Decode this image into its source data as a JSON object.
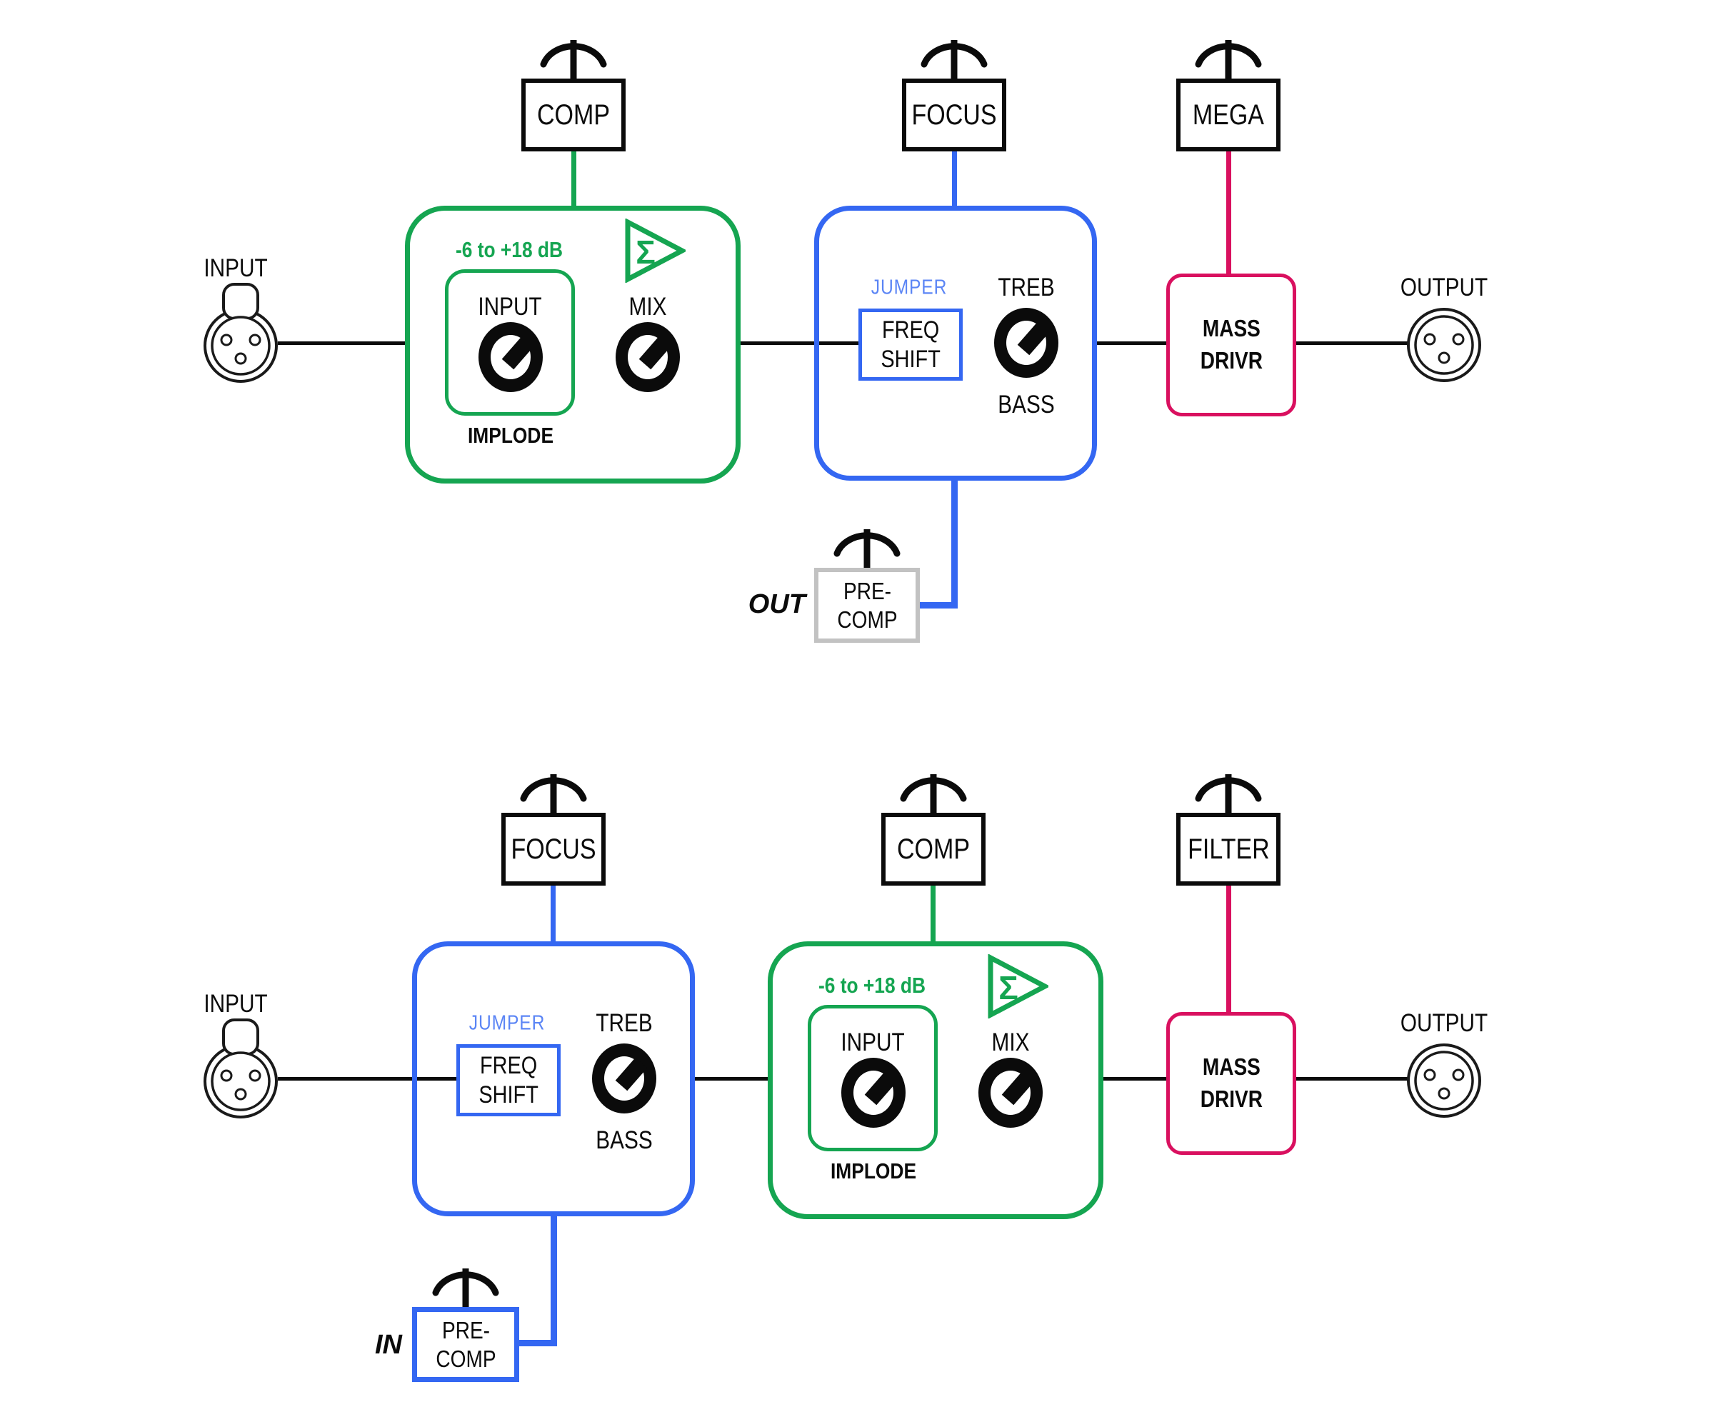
{
  "colors": {
    "green": "#15a551",
    "blue": "#3467f2",
    "blue_light": "#5b85f5",
    "pink": "#d9105f",
    "gray": "#c2c2c2",
    "ink": "#0b0b0b"
  },
  "top": {
    "input_label": "INPUT",
    "output_label": "OUTPUT",
    "connector_1": "COMP",
    "connector_2": "FOCUS",
    "connector_3": "MEGA",
    "implode": {
      "gain_range": "-6 to +18 dB",
      "sigma": "Σ",
      "knob1_label": "INPUT",
      "knob2_label": "MIX",
      "name": "IMPLODE"
    },
    "eq": {
      "jumper_label": "JUMPER",
      "freq_line1": "FREQ",
      "freq_line2": "SHIFT",
      "treb_label": "TREB",
      "bass_label": "BASS"
    },
    "mass_drivr": {
      "line1": "MASS",
      "line2": "DRIVR"
    },
    "precomp": {
      "line1": "PRE-",
      "line2": "COMP",
      "tag": "OUT"
    }
  },
  "bottom": {
    "input_label": "INPUT",
    "output_label": "OUTPUT",
    "connector_1": "FOCUS",
    "connector_2": "COMP",
    "connector_3": "FILTER",
    "implode": {
      "gain_range": "-6 to +18 dB",
      "sigma": "Σ",
      "knob1_label": "INPUT",
      "knob2_label": "MIX",
      "name": "IMPLODE"
    },
    "eq": {
      "jumper_label": "JUMPER",
      "freq_line1": "FREQ",
      "freq_line2": "SHIFT",
      "treb_label": "TREB",
      "bass_label": "BASS"
    },
    "mass_drivr": {
      "line1": "MASS",
      "line2": "DRIVR"
    },
    "precomp": {
      "line1": "PRE-",
      "line2": "COMP",
      "tag": "IN"
    }
  }
}
